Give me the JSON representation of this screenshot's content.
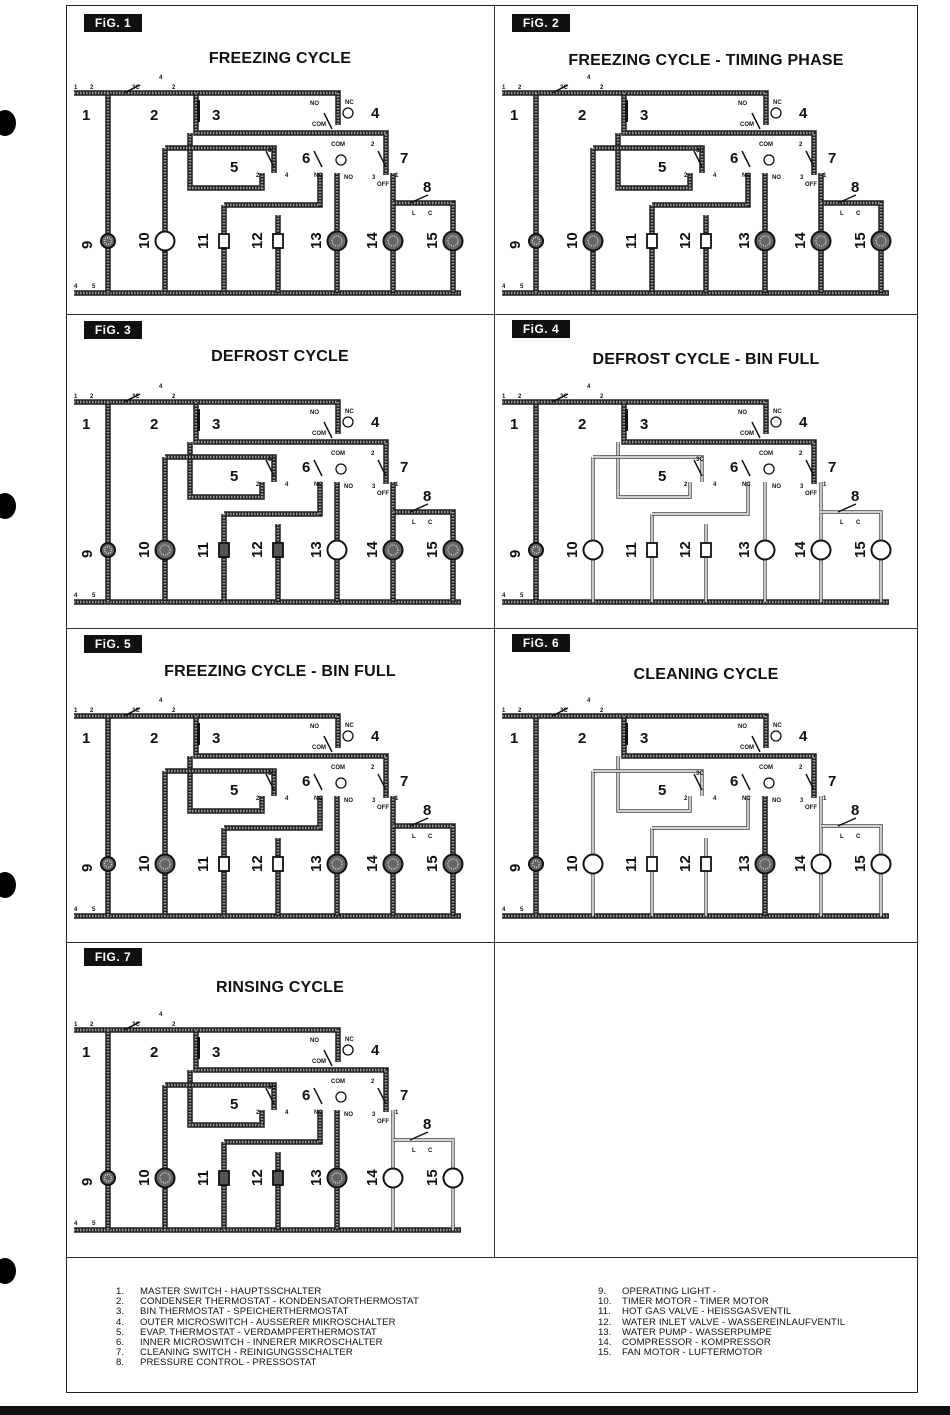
{
  "figures": [
    {
      "label": "FiG. 1",
      "title": "FREEZING CYCLE"
    },
    {
      "label": "FiG. 2",
      "title": "FREEZING CYCLE - TIMING PHASE"
    },
    {
      "label": "FiG. 3",
      "title": "DEFROST CYCLE"
    },
    {
      "label": "FiG. 4",
      "title": "DEFROST CYCLE - BIN FULL"
    },
    {
      "label": "FiG. 5",
      "title": "FREEZING CYCLE - BIN FULL"
    },
    {
      "label": "FiG. 6",
      "title": "CLEANING CYCLE"
    },
    {
      "label": "FIG. 7",
      "title": "RINSING CYCLE"
    }
  ],
  "diagram_labels": {
    "component_numbers": [
      "1",
      "2",
      "3",
      "4",
      "5",
      "6",
      "7",
      "8",
      "9",
      "10",
      "11",
      "12",
      "13",
      "14",
      "15"
    ],
    "contact_labels": {
      "no": "NO",
      "nc": "NC",
      "com": "COM",
      "c3": "3C",
      "off": "OFF",
      "l": "L",
      "c": "C",
      "t1": "1",
      "t2": "2",
      "t3": "3",
      "t4": "4",
      "t5": "5"
    }
  },
  "legend": {
    "left": [
      {
        "num": "1.",
        "text": "MASTER SWITCH - HAUPTSSCHALTER"
      },
      {
        "num": "2.",
        "text": "CONDENSER THERMOSTAT - KONDENSATORTHERMOSTAT"
      },
      {
        "num": "3.",
        "text": "BIN THERMOSTAT - SPEICHERTHERMOSTAT"
      },
      {
        "num": "4.",
        "text": "OUTER MICROSWITCH - AUSSERER MIKROSCHALTER"
      },
      {
        "num": "5.",
        "text": "EVAP. THERMOSTAT - VERDAMPFERTHERMOSTAT"
      },
      {
        "num": "6.",
        "text": "INNER MICROSWITCH - INNERER MIKROSCHALTER"
      },
      {
        "num": "7.",
        "text": "CLEANING SWITCH - REINIGUNGSSCHALTER"
      },
      {
        "num": "8.",
        "text": "PRESSURE CONTROL - PRESSOSTAT"
      }
    ],
    "right": [
      {
        "num": "9.",
        "text": "OPERATING LIGHT -"
      },
      {
        "num": "10.",
        "text": "TIMER MOTOR - TIMER MOTOR"
      },
      {
        "num": "11.",
        "text": "HOT GAS VALVE - HEISSGASVENTIL"
      },
      {
        "num": "12.",
        "text": "WATER INLET VALVE - WASSEREINLAUFVENTIL"
      },
      {
        "num": "13.",
        "text": "WATER PUMP - WASSERPUMPE"
      },
      {
        "num": "14.",
        "text": "COMPRESSOR - KOMPRESSOR"
      },
      {
        "num": "15.",
        "text": "FAN MOTOR - LUFTERMOTOR"
      }
    ]
  },
  "states": [
    {
      "energized": [
        9,
        13,
        14,
        15
      ],
      "empty": [
        10
      ],
      "wire_hot": [
        1,
        2,
        3,
        4,
        5,
        6,
        7,
        8,
        9,
        10,
        11,
        12,
        13,
        14,
        15
      ]
    },
    {
      "energized": [
        9,
        10,
        13,
        14,
        15
      ],
      "empty": [],
      "wire_hot": [
        1,
        2,
        3,
        4,
        5,
        6,
        7,
        8,
        9,
        10,
        11,
        12,
        13,
        14,
        15
      ]
    },
    {
      "energized": [
        9,
        10,
        11,
        12,
        14,
        15
      ],
      "empty": [
        13
      ],
      "wire_hot": [
        1,
        2,
        3,
        4,
        5,
        6,
        7,
        8,
        9,
        10,
        11,
        12,
        13,
        14,
        15
      ]
    },
    {
      "energized": [
        9
      ],
      "empty": [
        10,
        13,
        14,
        15
      ],
      "wire_hot": [
        1,
        2,
        3,
        9
      ]
    },
    {
      "energized": [
        9,
        10,
        13,
        14,
        15
      ],
      "empty": [],
      "wire_hot": [
        1,
        2,
        3,
        4,
        5,
        6,
        7,
        8,
        9,
        10,
        11,
        12,
        13,
        14,
        15
      ]
    },
    {
      "energized": [
        9,
        13
      ],
      "empty": [
        10,
        14,
        15
      ],
      "wire_hot": [
        1,
        2,
        3,
        4,
        6,
        7,
        9,
        13
      ]
    },
    {
      "energized": [
        9,
        10,
        11,
        12,
        13
      ],
      "empty": [
        14,
        15
      ],
      "wire_hot": [
        1,
        2,
        3,
        4,
        5,
        6,
        7,
        9,
        10,
        11,
        12,
        13
      ]
    }
  ]
}
